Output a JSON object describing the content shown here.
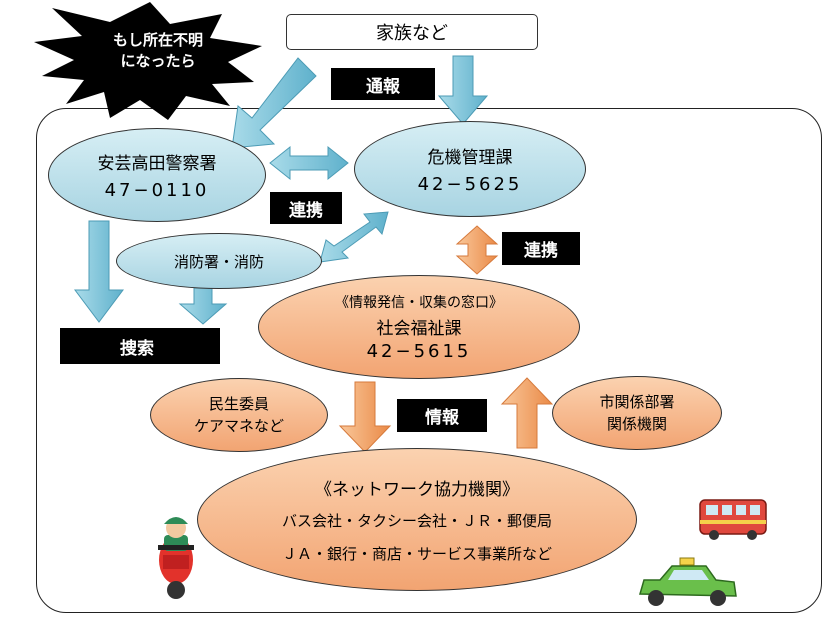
{
  "burst": {
    "line1": "もし所在不明",
    "line2": "になったら"
  },
  "family": "家族など",
  "labels": {
    "report": "通報",
    "cooperation_left": "連携",
    "cooperation_right": "連携",
    "search": "捜索",
    "info": "情報"
  },
  "nodes": {
    "police": {
      "name": "安芸高田警察署",
      "phone": "47−0110"
    },
    "crisis": {
      "name": "危機管理課",
      "phone": "42−5625"
    },
    "fire": {
      "name": "消防署・消防"
    },
    "welfare": {
      "sub": "《情報発信・収集の窓口》",
      "name": "社会福祉課",
      "phone": "42−5615"
    },
    "minsei": {
      "line1": "民生委員",
      "line2": "ケアマネなど"
    },
    "city": {
      "line1": "市関係部署",
      "line2": "関係機関"
    },
    "network": {
      "title": "《ネットワーク協力機関》",
      "line1": "バス会社・タクシー会社・ＪＲ・郵便局",
      "line2": "ＪＡ・銀行・商店・サービス事業所など"
    }
  },
  "icons": [
    "burst-icon",
    "motorbike-police-icon",
    "bus-icon",
    "taxi-icon"
  ],
  "colors": {
    "blue_fill": "#a8d4e2",
    "orange_fill": "#f2a472",
    "blue_arrow": "#7cc3d8",
    "orange_arrow": "#f4a66a"
  }
}
